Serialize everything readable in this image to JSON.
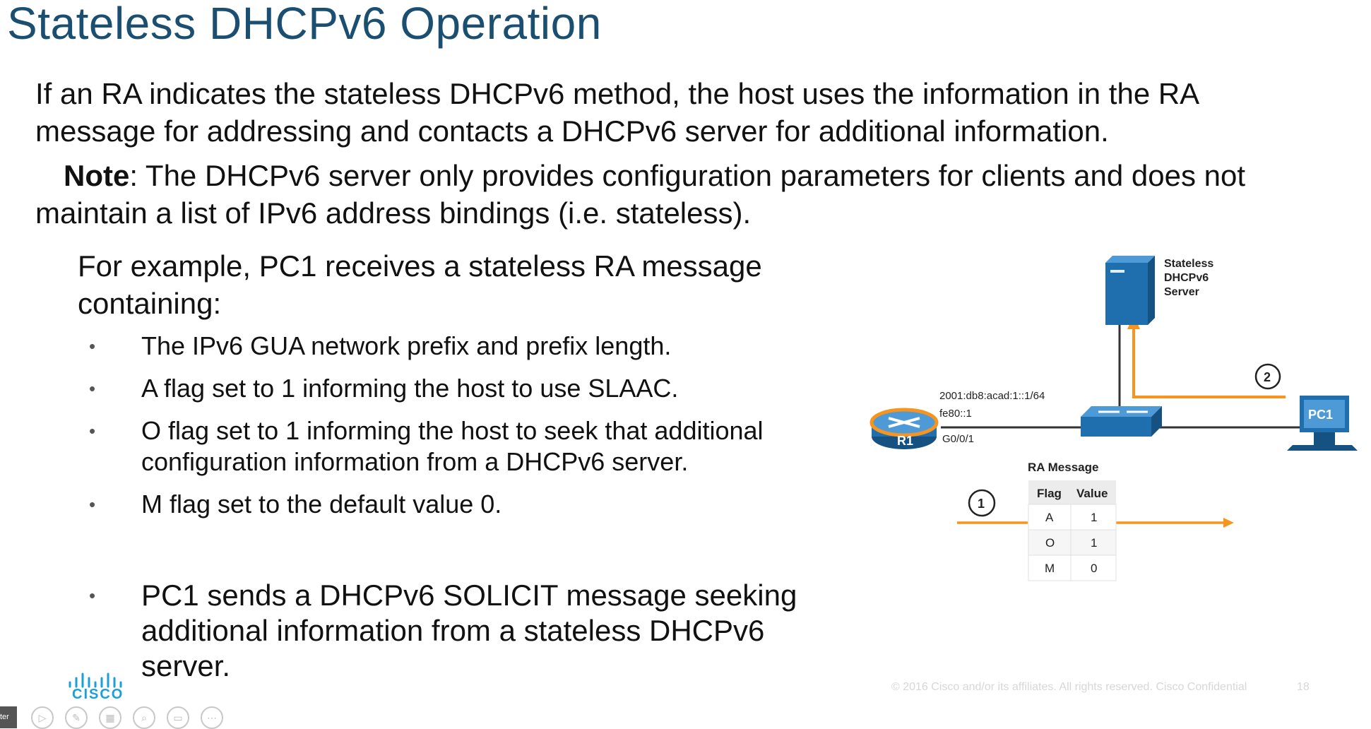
{
  "slide": {
    "title": "Stateless DHCPv6 Operation",
    "paragraph1": "If an RA indicates the stateless DHCPv6 method, the host uses the information in the RA message for addressing and contacts a DHCPv6 server for additional information.",
    "note_label": "Note",
    "note_text": ": The DHCPv6 server only provides configuration parameters for clients and does not maintain a list of IPv6 address bindings (i.e. stateless).",
    "example_intro": "For example, PC1 receives a stateless RA message containing:",
    "bullets": [
      "The IPv6 GUA network prefix and prefix length.",
      "A flag set to 1 informing the host to use SLAAC.",
      "O flag set to 1 informing the host to seek that additional configuration information from a DHCPv6 server.",
      "M flag set to the default value 0."
    ],
    "final_bullet": "PC1 sends a DHCPv6 SOLICIT message seeking additional information from a stateless DHCPv6 server.",
    "bullet_glyph": "•"
  },
  "diagram": {
    "server_label_1": "Stateless",
    "server_label_2": "DHCPv6",
    "server_label_3": "Server",
    "router_label": "R1",
    "pc_label": "PC1",
    "ipv6_gua": "2001:db8:acad:1::1/64",
    "link_local": "fe80::1",
    "interface": "G0/0/1",
    "step1": "1",
    "step2": "2",
    "ra_title": "RA Message",
    "ra_table": {
      "headers": [
        "Flag",
        "Value"
      ],
      "rows": [
        [
          "A",
          "1"
        ],
        [
          "O",
          "1"
        ],
        [
          "M",
          "0"
        ]
      ]
    },
    "colors": {
      "device_blue": "#1f6fae",
      "arrow_orange": "#f7941d",
      "line": "#333333"
    }
  },
  "footer": {
    "copyright": "© 2016  Cisco and/or its affiliates. All rights reserved.   Cisco Confidential",
    "page_number": "18",
    "logo_text": "CISCO"
  },
  "presenter": {
    "tab_label": "ter",
    "toolbar_icons": [
      "play-icon",
      "pen-icon",
      "slides-icon",
      "zoom-icon",
      "subtitles-icon",
      "more-icon"
    ]
  }
}
